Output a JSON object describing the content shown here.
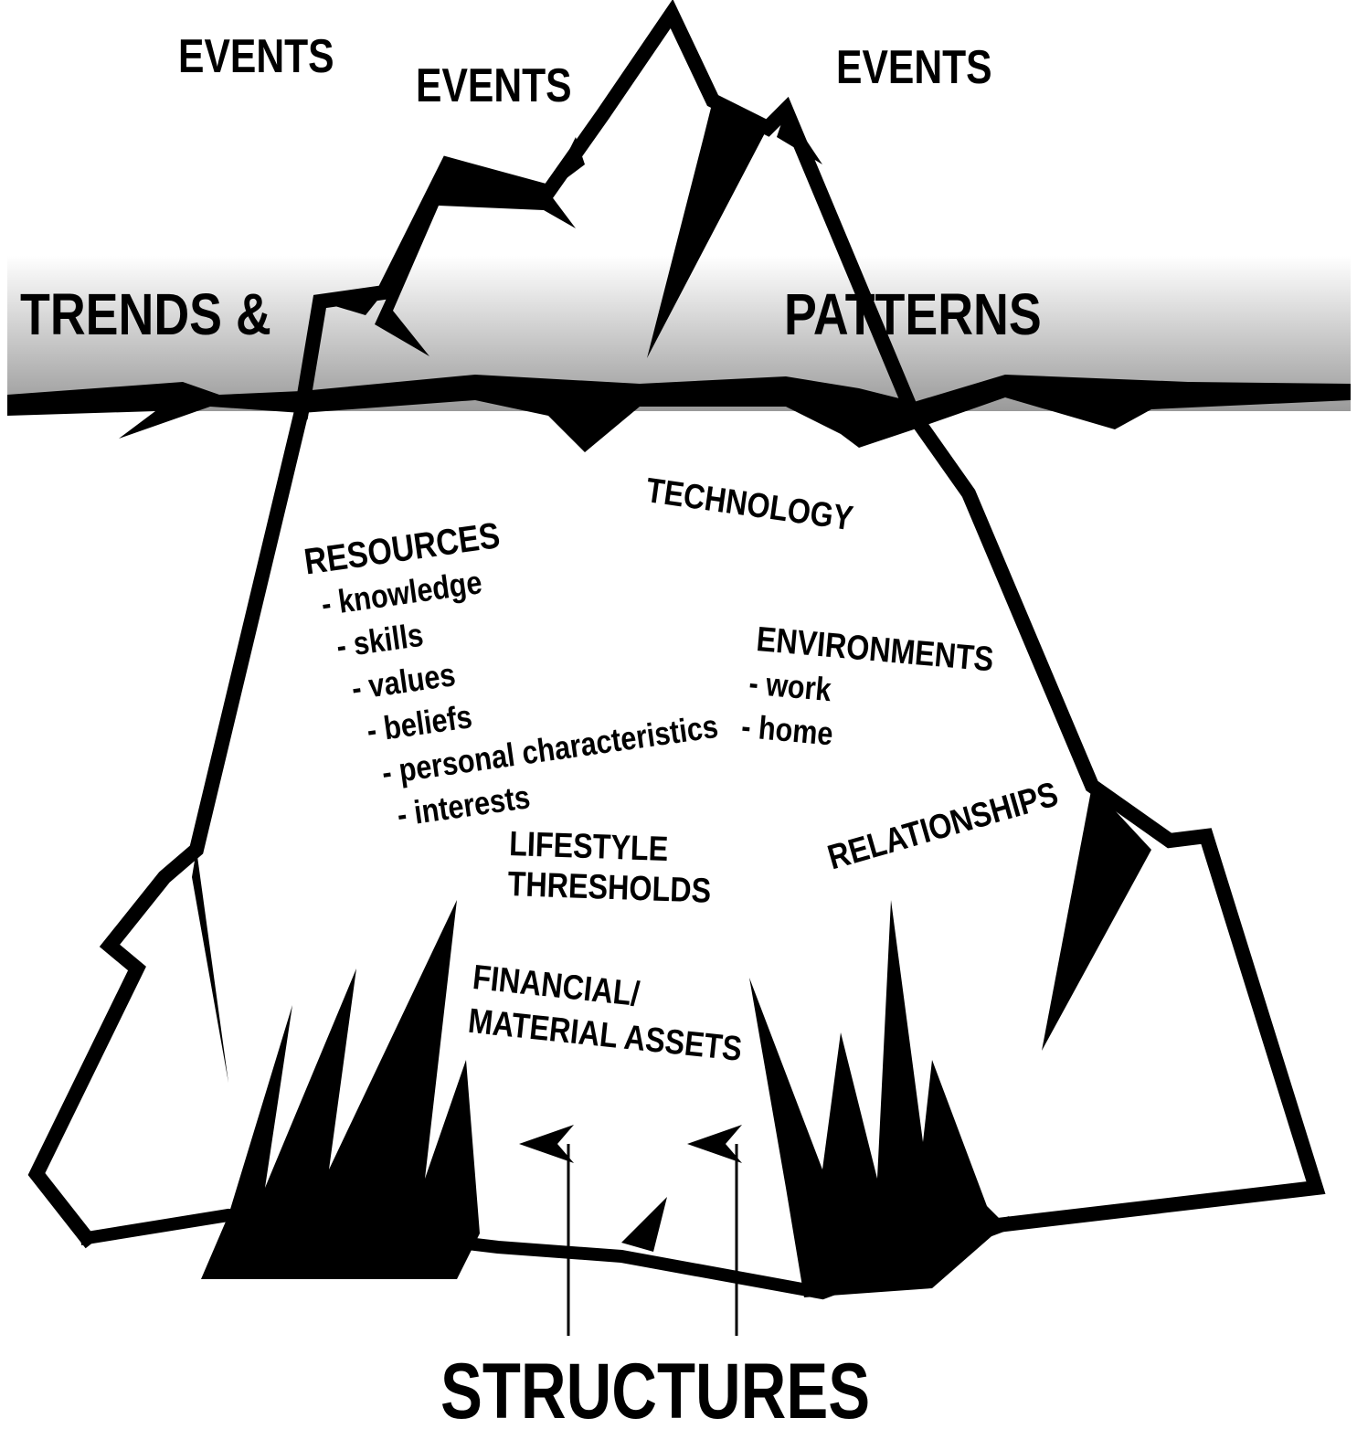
{
  "events": [
    "EVENTS",
    "EVENTS",
    "EVENTS"
  ],
  "waterline": {
    "left": "TRENDS &",
    "right": "PATTERNS"
  },
  "resources": {
    "title": "RESOURCES",
    "items": [
      "- knowledge",
      "- skills",
      "- values",
      "- beliefs",
      "- personal characteristics",
      "- interests"
    ]
  },
  "technology": "TECHNOLOGY",
  "environments": {
    "title": "ENVIRONMENTS",
    "items": [
      "- work",
      "- home"
    ]
  },
  "lifestyle": [
    "LIFESTYLE",
    "THRESHOLDS"
  ],
  "relationships": "RELATIONSHIPS",
  "financial": [
    "FINANCIAL/",
    "MATERIAL ASSETS"
  ],
  "structures": "STRUCTURES",
  "colors": {
    "ink": "#000000",
    "water_top": "#ffffff",
    "water_bottom": "#9a9a9a"
  }
}
